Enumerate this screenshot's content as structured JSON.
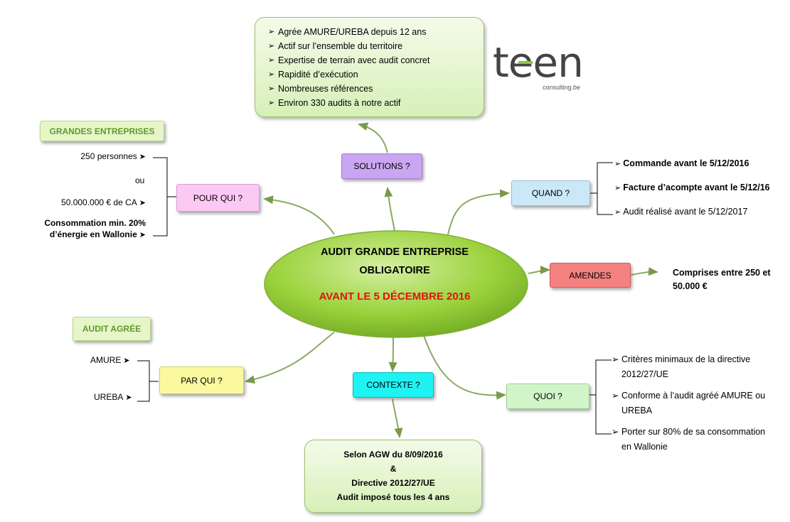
{
  "center": {
    "line1": "AUDIT GRANDE ENTREPRISE",
    "line2": "OBLIGATOIRE",
    "highlight": "AVANT LE 5 DÉCEMBRE 2016",
    "highlight_color": "#e2120f"
  },
  "logo": {
    "brand": "teen",
    "sub": "consulting.be"
  },
  "solutions": {
    "label": "SOLUTIONS ?",
    "items": [
      "Agrée AMURE/UREBA depuis 12 ans",
      "Actif sur l’ensemble du territoire",
      "Expertise de terrain avec audit concret",
      "Rapidité d’exécution",
      "Nombreuses références",
      "Environ 330 audits à notre actif"
    ]
  },
  "pour_qui": {
    "label": "POUR QUI ?",
    "category": "GRANDES ENTREPRISES",
    "items": [
      "250  personnes",
      "ou",
      "50.000.000  € de CA",
      "Consommation min. 20%",
      "d’énergie en Wallonie"
    ]
  },
  "quand": {
    "label": "QUAND ?",
    "items": [
      "Commande avant le 5/12/2016",
      "Facture d’acompte avant le 5/12/16",
      "Audit réalisé avant le 5/12/2017"
    ]
  },
  "amendes": {
    "label": "AMENDES",
    "text1": "Comprises entre 250  et",
    "text2": "50.000  €"
  },
  "par_qui": {
    "label": "PAR QUI ?",
    "category": "AUDIT AGRÉE",
    "items": [
      "AMURE",
      "UREBA"
    ]
  },
  "contexte": {
    "label": "CONTEXTE ?",
    "lines": [
      "Selon AGW du 8/09/2016",
      "&",
      "Directive 2012/27/UE",
      "Audit imposé tous les 4 ans"
    ]
  },
  "quoi": {
    "label": "QUOI ?",
    "items": [
      [
        "Critères  minimaux  de  la  directive",
        "2012/27/UE"
      ],
      [
        "Conforme à l’audit agréé AMURE ou",
        "UREBA"
      ],
      [
        "Porter sur 80% de sa consommation",
        "en Wallonie"
      ]
    ]
  }
}
